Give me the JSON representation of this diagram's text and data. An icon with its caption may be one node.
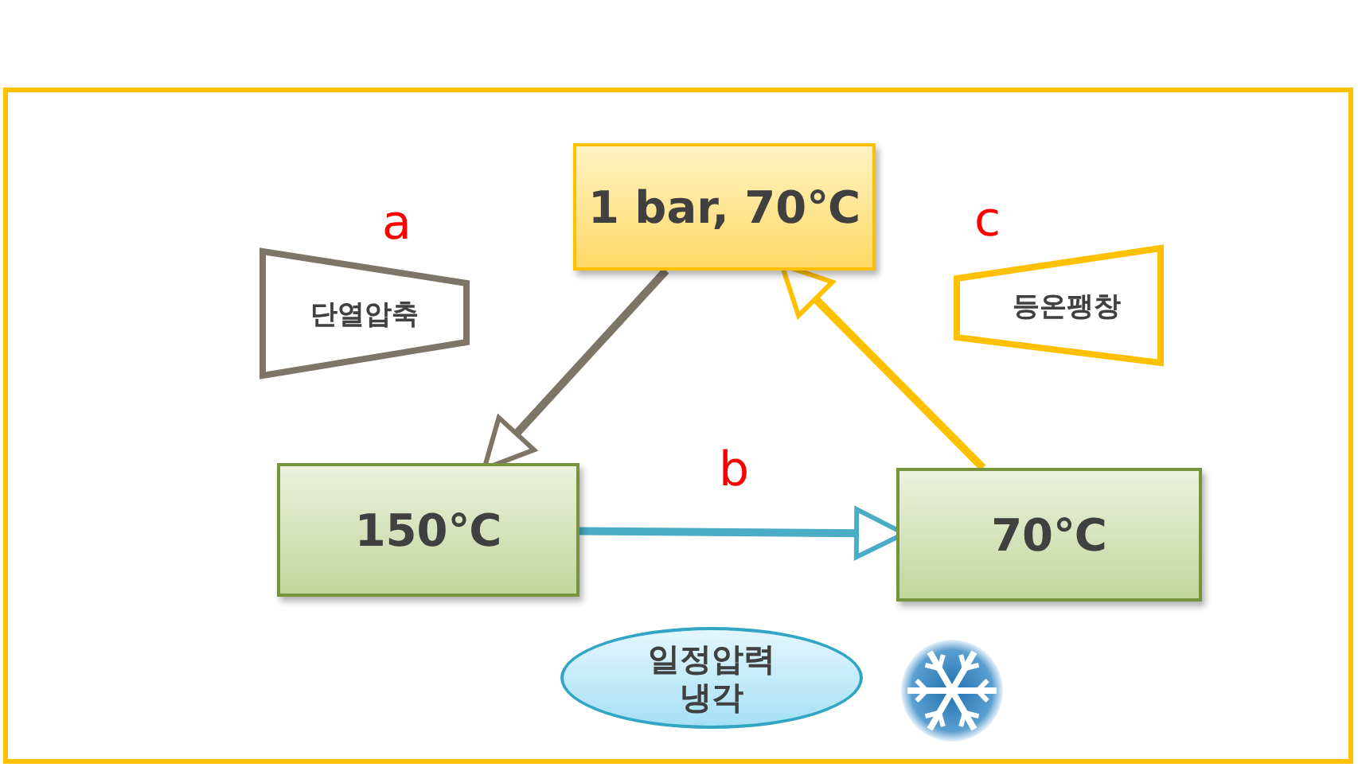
{
  "diagram": {
    "nodes": [
      {
        "text": [
          "1 bar, 70℃"
        ]
      },
      {
        "text": [
          "150℃"
        ]
      },
      {
        "text": [
          "70℃"
        ]
      },
      {
        "text": [
          "단열압축"
        ],
        "beside": [
          "a"
        ]
      },
      {
        "text": [
          "등온팽창"
        ],
        "beside": [
          "c"
        ]
      },
      {
        "text": [
          "일정압력 냉각"
        ]
      }
    ],
    "edges": [
      {
        "from": 0,
        "to": 1,
        "arrow": "to",
        "color": "#7f7567"
      },
      {
        "from": 1,
        "to": 2,
        "arrow": "to",
        "label": "b",
        "color": "#4bacc6"
      },
      {
        "from": 2,
        "to": 0,
        "arrow": "to",
        "color": "#ffc000"
      }
    ]
  }
}
